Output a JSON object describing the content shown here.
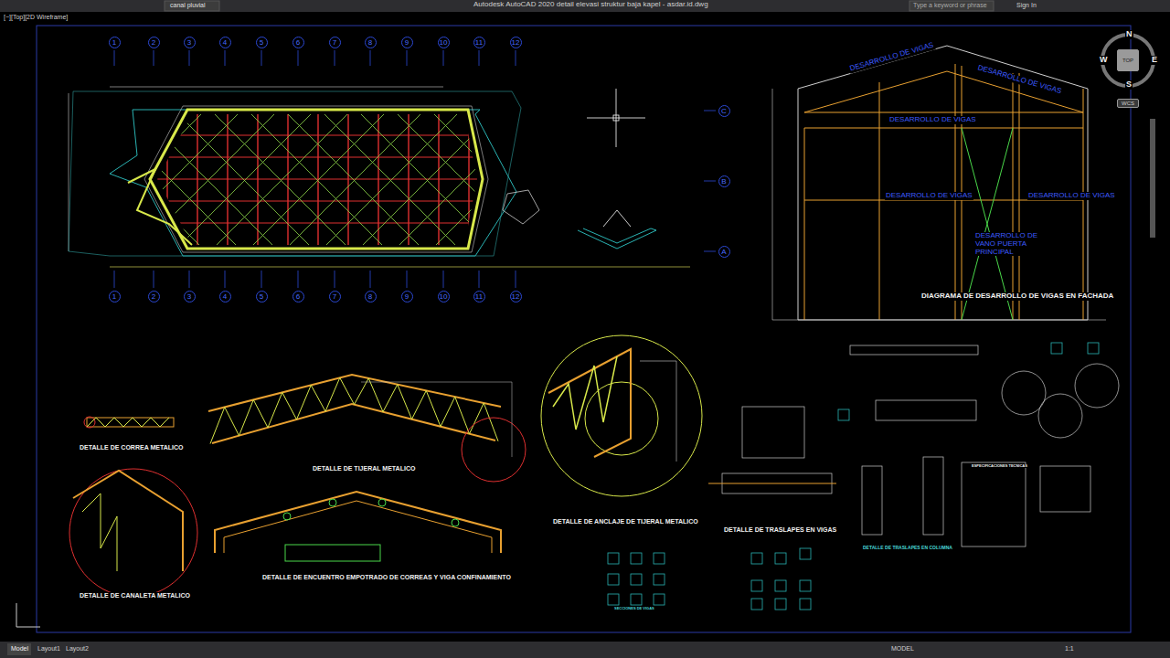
{
  "diagram": {
    "nodes": [
      {
        "text": [
          "1"
        ]
      },
      {
        "text": [
          "2"
        ]
      },
      {
        "text": [
          "3"
        ]
      },
      {
        "text": [
          "4"
        ]
      },
      {
        "text": [
          "5"
        ]
      },
      {
        "text": [
          "6"
        ]
      },
      {
        "text": [
          "7"
        ]
      },
      {
        "text": [
          "8"
        ]
      },
      {
        "text": [
          "9"
        ]
      },
      {
        "text": [
          "10"
        ]
      },
      {
        "text": [
          "11"
        ]
      },
      {
        "text": [
          "12"
        ]
      },
      {
        "text": [
          "1"
        ]
      },
      {
        "text": [
          "2"
        ]
      },
      {
        "text": [
          "3"
        ]
      },
      {
        "text": [
          "4"
        ]
      },
      {
        "text": [
          "5"
        ]
      },
      {
        "text": [
          "6"
        ]
      },
      {
        "text": [
          "7"
        ]
      },
      {
        "text": [
          "8"
        ]
      },
      {
        "text": [
          "9"
        ]
      },
      {
        "text": [
          "10"
        ]
      },
      {
        "text": [
          "11"
        ]
      },
      {
        "text": [
          "12"
        ]
      },
      {
        "text": [
          "C"
        ]
      },
      {
        "text": [
          "B"
        ]
      },
      {
        "text": [
          "A"
        ]
      },
      {
        "text": [
          "TOP"
        ]
      },
      {
        "text": [
          "WCS"
        ]
      }
    ],
    "labels": [
      "Autodesk AutoCAD 2020 detail elevasi struktur baja kapel - asdar.id.dwg",
      "canal pluvial",
      "Type a keyword or phrase",
      "Sign In",
      "[−][Top][2D Wireframe]",
      "N",
      "W",
      "E",
      "S",
      "DESARROLLO DE VIGAS",
      "DESARROLLO DE VIGAS",
      "DESARROLLO DE VIGAS",
      "DESARROLLO DE VIGAS",
      "DESARROLLO DE VIGAS",
      "DESARROLLO DE VANO PUERTA PRINCIPAL",
      "DIAGRAMA DE DESARROLLO DE VIGAS EN FACHADA",
      "DETALLE DE CORREA METALICO",
      "DETALLE DE TIJERAL METALICO",
      "DETALLE DE CANALETA METALICO",
      "DETALLE DE ENCUENTRO EMPOTRADO DE CORREAS Y VIGA CONFINAMIENTO",
      "DETALLE DE ANCLAJE DE TIJERAL METALICO",
      "DETALLE DE TRASLAPES EN VIGAS",
      "DETALLE DE TRASLAPES EN COLUMNA",
      "SECCIONES DE VIGAS",
      "ESPECIFICACIONES TECNICAS",
      "Model",
      "Layout1",
      "Layout2",
      "MODEL",
      "1:1"
    ]
  }
}
